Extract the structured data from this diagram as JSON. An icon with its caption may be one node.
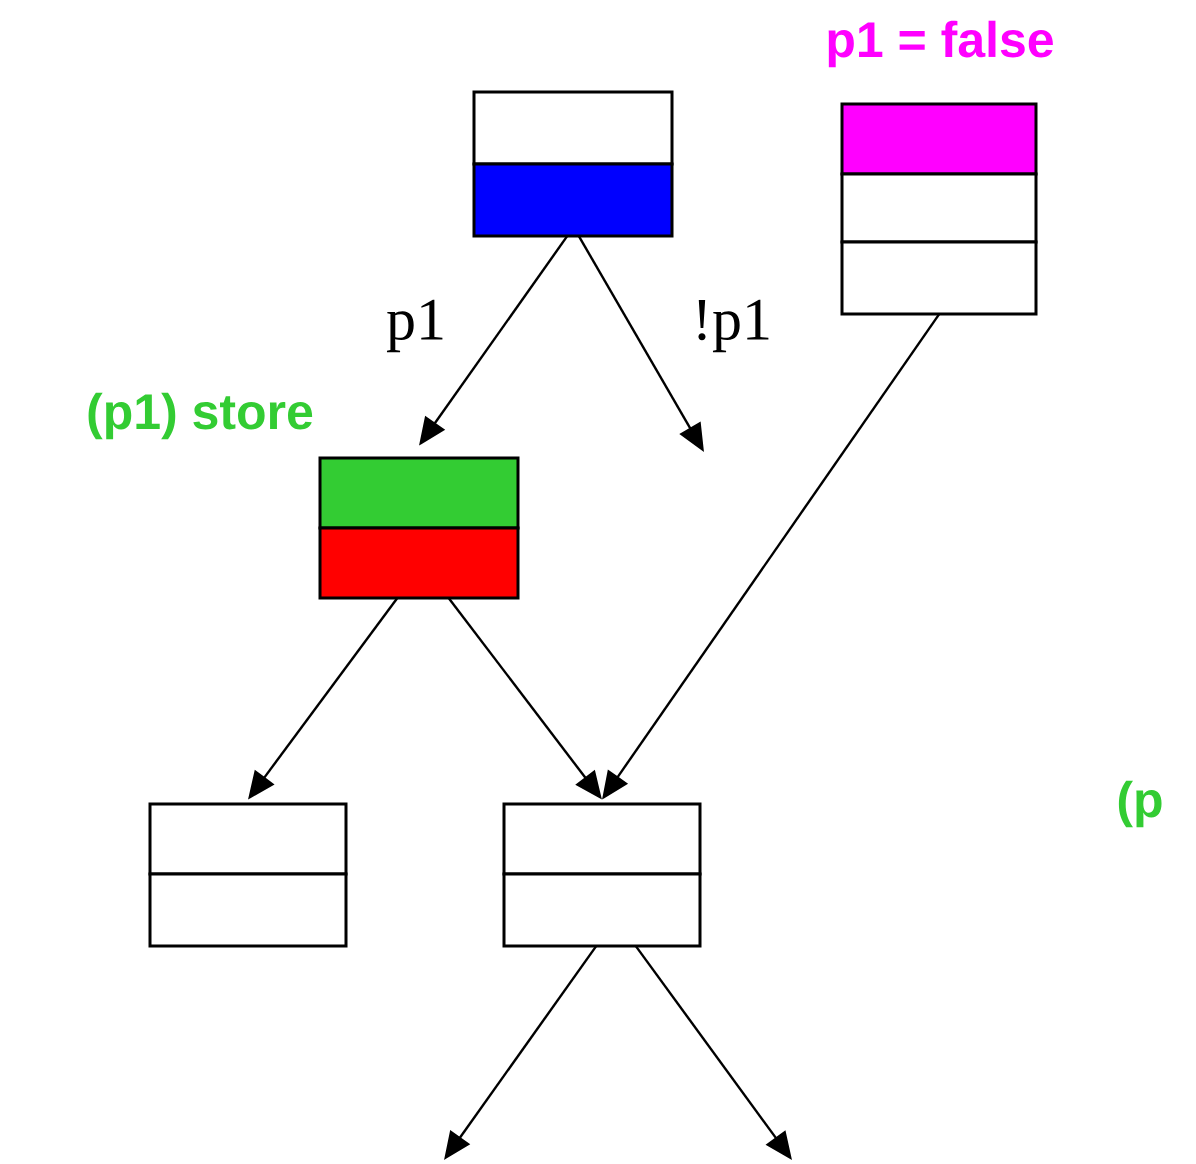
{
  "diagram": {
    "nodes": [
      {
        "text": [],
        "shape": "box"
      },
      {
        "text": [
          "p1 = false"
        ]
      },
      {
        "text": [
          "(p1) store"
        ]
      },
      {
        "text": [],
        "shape": "box"
      },
      {
        "text": [],
        "shape": "box"
      }
    ],
    "edges": [
      {
        "from": 0,
        "to": 2,
        "arrow": "to",
        "label": "p1"
      },
      {
        "from": 0,
        "to": null,
        "arrow": "to",
        "label": "!p1"
      },
      {
        "from": 1,
        "to": 4,
        "arrow": "to"
      },
      {
        "from": 2,
        "to": 3,
        "arrow": "to"
      },
      {
        "from": 2,
        "to": 4,
        "arrow": "to"
      },
      {
        "from": 4,
        "to": null,
        "arrow": "to"
      },
      {
        "from": 4,
        "to": null,
        "arrow": "to"
      }
    ],
    "labels": [
      "(p"
    ]
  }
}
